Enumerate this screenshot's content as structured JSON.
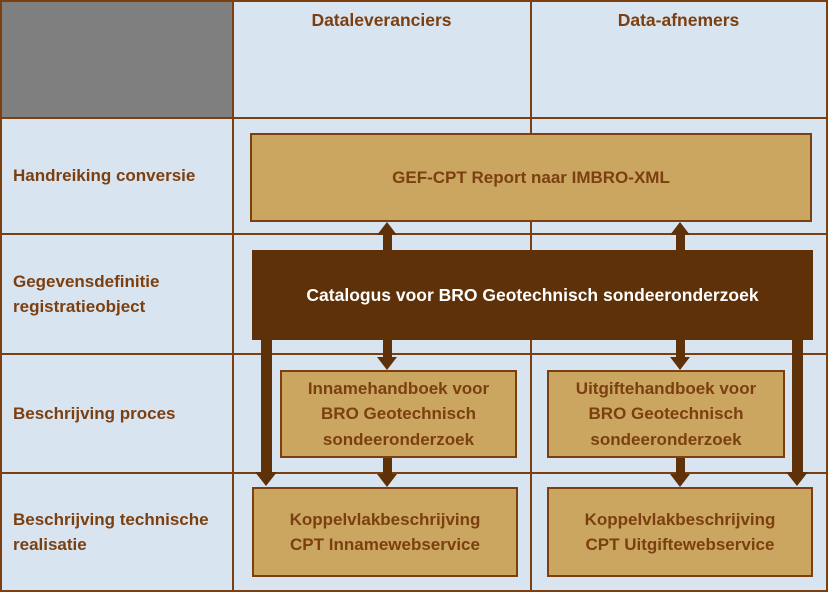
{
  "colors": {
    "page_background": "#D8E4F0",
    "grid_line": "#7B3F10",
    "corner_cell_gray": "#7F7F7F",
    "document_box_fill": "#CAA661",
    "document_box_border": "#7B3F10",
    "catalog_box_fill": "#5E3109",
    "arrow": "#5E3109",
    "text_brown": "#7B3F10",
    "text_white": "#FFFFFF"
  },
  "column_headers": [
    {
      "label": "Dataleveranciers"
    },
    {
      "label": "Data-afnemers"
    }
  ],
  "row_headers": [
    {
      "label": "Handreiking conversie"
    },
    {
      "label": "Gegevensdefinitie registratieobject"
    },
    {
      "label": "Beschrijving proces"
    },
    {
      "label": "Beschrijving technische realisatie"
    }
  ],
  "boxes": {
    "gef_cpt": {
      "label": "GEF-CPT Report naar IMBRO-XML",
      "row": "Handreiking conversie",
      "columns": "Dataleveranciers + Data-afnemers"
    },
    "catalogus": {
      "label": "Catalogus voor BRO Geotechnisch sondeeronderzoek",
      "row": "Gegevensdefinitie registratieobject",
      "columns": "Dataleveranciers + Data-afnemers"
    },
    "innamehandboek": {
      "label": "Innamehandboek voor BRO Geotechnisch sondeeronderzoek",
      "row": "Beschrijving proces",
      "columns": "Dataleveranciers"
    },
    "uitgiftehandboek": {
      "label": "Uitgiftehandboek voor BRO Geotechnisch sondeeronderzoek",
      "row": "Beschrijving proces",
      "columns": "Data-afnemers"
    },
    "koppelvlak_inname": {
      "label": "Koppelvlakbeschrijving CPT Innamewebservice",
      "row": "Beschrijving technische realisatie",
      "columns": "Dataleveranciers"
    },
    "koppelvlak_uitgifte": {
      "label": "Koppelvlakbeschrijving CPT Uitgiftewebservice",
      "row": "Beschrijving technische realisatie",
      "columns": "Data-afnemers"
    }
  },
  "arrows": [
    {
      "from": "catalogus",
      "to": "gef_cpt",
      "direction": "up",
      "side": "Dataleveranciers"
    },
    {
      "from": "catalogus",
      "to": "gef_cpt",
      "direction": "up",
      "side": "Data-afnemers"
    },
    {
      "from": "catalogus",
      "to": "innamehandboek",
      "direction": "down"
    },
    {
      "from": "catalogus",
      "to": "uitgiftehandboek",
      "direction": "down"
    },
    {
      "from": "innamehandboek",
      "to": "koppelvlak_inname",
      "direction": "down"
    },
    {
      "from": "uitgiftehandboek",
      "to": "koppelvlak_uitgifte",
      "direction": "down"
    },
    {
      "from": "catalogus",
      "to": "koppelvlak_inname",
      "direction": "down",
      "path": "left-edge"
    },
    {
      "from": "catalogus",
      "to": "koppelvlak_uitgifte",
      "direction": "down",
      "path": "right-edge"
    }
  ]
}
